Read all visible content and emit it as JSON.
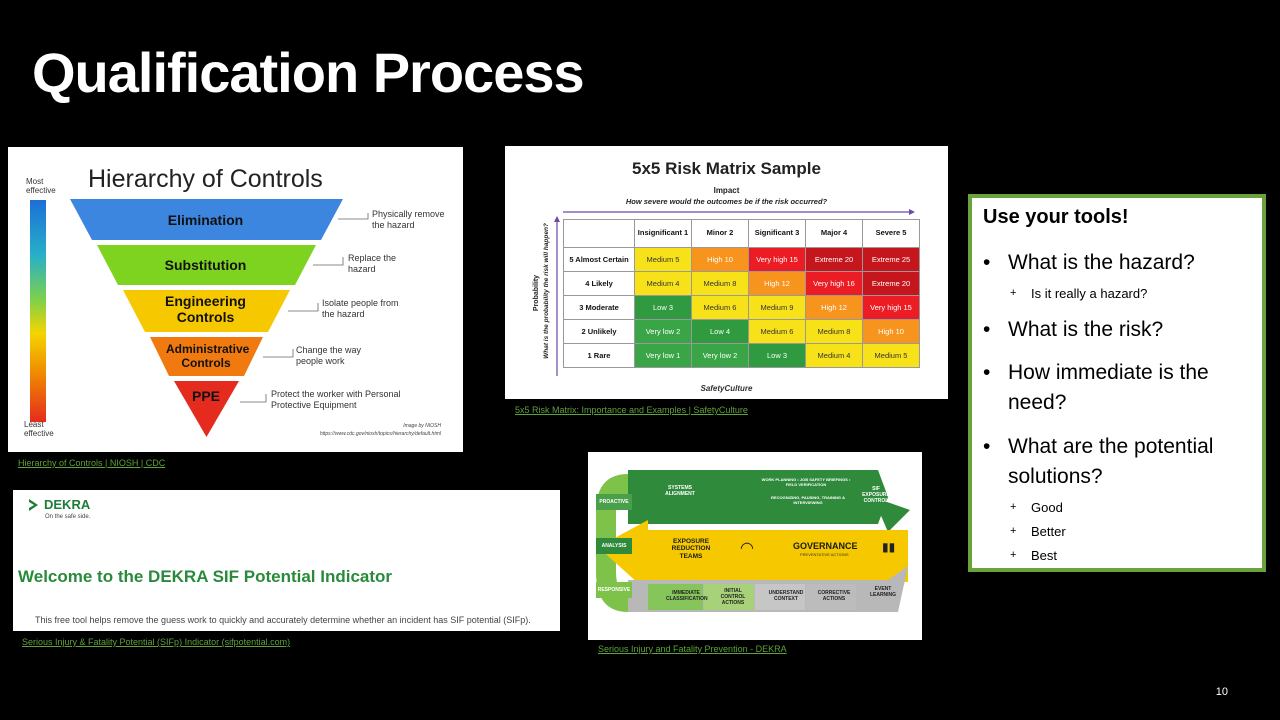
{
  "slide": {
    "title": "Qualification Process",
    "page_number": "10"
  },
  "hierarchy": {
    "title": "Hierarchy of Controls",
    "most_effective": "Most effective",
    "least_effective": "Least effective",
    "layers": [
      {
        "label": "Elimination",
        "side": "Physically remove the hazard",
        "color": "#3d86e0"
      },
      {
        "label": "Substitution",
        "side": "Replace the hazard",
        "color": "#7ed321"
      },
      {
        "label": "Engineering Controls",
        "side": "Isolate people from the hazard",
        "color": "#f5c800"
      },
      {
        "label": "Administrative Controls",
        "side": "Change the way people work",
        "color": "#f07a10"
      },
      {
        "label": "PPE",
        "side": "Protect the worker with Personal Protective Equipment",
        "color": "#e52b1d"
      }
    ],
    "credit_line1": "Image by NIOSH",
    "credit_line2": "https://www.cdc.gov/niosh/topics/hierarchy/default.html",
    "link": "Hierarchy of Controls | NIOSH | CDC"
  },
  "risk_matrix": {
    "title": "5x5 Risk Matrix Sample",
    "impact_label": "Impact",
    "impact_question": "How severe would the outcomes be if the risk occurred?",
    "probability_label": "Probability",
    "probability_question": "What is the probability the risk will happen?",
    "columns": [
      "Insignificant 1",
      "Minor 2",
      "Significant 3",
      "Major 4",
      "Severe 5"
    ],
    "rows": [
      {
        "label": "5 Almost Certain",
        "cells": [
          "Medium 5",
          "High 10",
          "Very high 15",
          "Extreme 20",
          "Extreme 25"
        ]
      },
      {
        "label": "4 Likely",
        "cells": [
          "Medium 4",
          "Medium 8",
          "High 12",
          "Very high 16",
          "Extreme 20"
        ]
      },
      {
        "label": "3 Moderate",
        "cells": [
          "Low 3",
          "Medium 6",
          "Medium 9",
          "High 12",
          "Very high 15"
        ]
      },
      {
        "label": "2 Unlikely",
        "cells": [
          "Very low 2",
          "Low 4",
          "Medium 6",
          "Medium 8",
          "High 10"
        ]
      },
      {
        "label": "1 Rare",
        "cells": [
          "Very low 1",
          "Very low 2",
          "Low 3",
          "Medium 4",
          "Medium 5"
        ]
      }
    ],
    "colors": {
      "Very low": "#3aa547",
      "Low": "#2f9a3f",
      "Medium": "#f7e21a",
      "High": "#f7941d",
      "Very high": "#ec1c24",
      "Extreme": "#c4161c"
    },
    "brand": "SafetyCulture",
    "link": "5x5 Risk Matrix: Importance and Examples | SafetyCulture"
  },
  "tools": {
    "heading": "Use your tools!",
    "bullets": [
      {
        "text": "What is the hazard?",
        "subs": [
          "Is it really a hazard?"
        ]
      },
      {
        "text": "What is the risk?",
        "subs": []
      },
      {
        "text": "How immediate is the need?",
        "subs": []
      },
      {
        "text": "What are the potential solutions?",
        "subs": [
          "Good",
          "Better",
          "Best"
        ]
      }
    ]
  },
  "dekra": {
    "logo": "DEKRA",
    "tagline": "On the safe side.",
    "welcome": "Welcome to the DEKRA SIF Potential Indicator",
    "description": "This free tool helps remove the guess work to quickly and accurately determine whether an incident has SIF potential (SIFp).",
    "link": "Serious Injury & Fatality Potential (SIFp) Indicator (sifpotential.com)"
  },
  "sif": {
    "labels": {
      "proactive": "PROACTIVE",
      "analysis": "ANALYSIS",
      "responsive": "RESPONSIVE",
      "systems_alignment": "SYSTEMS ALIGNMENT",
      "work_planning": "WORK PLANNING • JOB SAFETY BRIEFINGS • FIELD VERIFICATION",
      "recognizing": "RECOGNIZING, PAUSING, TRAINING & INTERVIEWING",
      "sif_exposure_control": "SIF EXPOSURE CONTROL",
      "exposure_reduction_teams": "EXPOSURE REDUCTION TEAMS",
      "governance": "GOVERNANCE",
      "preventative_actions": "PREVENTATIVE ACTIONS",
      "immediate_classification": "IMMEDIATE CLASSIFICATION",
      "initial_control_actions": "INITIAL CONTROL ACTIONS",
      "understand_context": "UNDERSTAND CONTEXT",
      "corrective_actions": "CORRECTIVE ACTIONS",
      "event_learning": "EVENT LEARNING"
    },
    "link": "Serious Injury and Fatality Prevention - DEKRA"
  }
}
